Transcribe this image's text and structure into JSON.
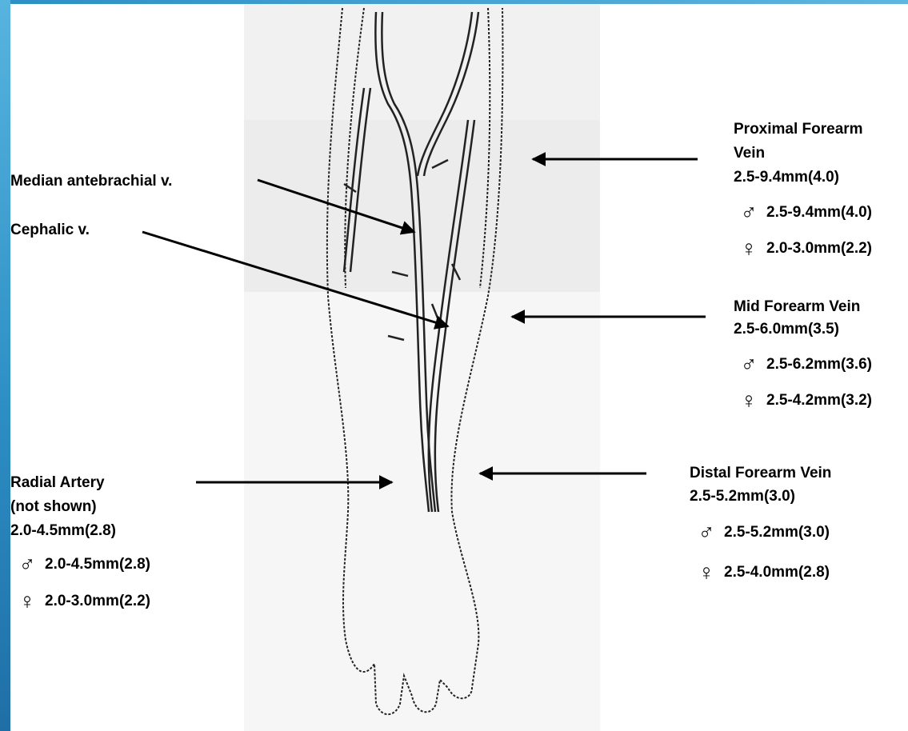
{
  "labels": {
    "median_antebrachial": "Median antebrachial v.",
    "cephalic": "Cephalic v.",
    "proximal": {
      "title_line1": "Proximal Forearm",
      "title_line2": "Vein",
      "range": "2.5-9.4mm(4.0)",
      "male": "2.5-9.4mm(4.0)",
      "female": "2.0-3.0mm(2.2)"
    },
    "mid": {
      "title": "Mid Forearm Vein",
      "range": "2.5-6.0mm(3.5)",
      "male": "2.5-6.2mm(3.6)",
      "female": "2.5-4.2mm(3.2)"
    },
    "distal": {
      "title": "Distal Forearm Vein",
      "range": "2.5-5.2mm(3.0)",
      "male": "2.5-5.2mm(3.0)",
      "female": "2.5-4.0mm(2.8)"
    },
    "radial": {
      "title_line1": "Radial Artery",
      "title_line2": "(not shown)",
      "range": "2.0-4.5mm(2.8)",
      "male": "2.0-4.5mm(2.8)",
      "female": "2.0-3.0mm(2.2)"
    }
  },
  "symbols": {
    "male": "♂",
    "female": "♀"
  },
  "colors": {
    "accent_blue": "#2d8fc4",
    "drawing_background": "#f1f1f1",
    "line": "#000000"
  }
}
